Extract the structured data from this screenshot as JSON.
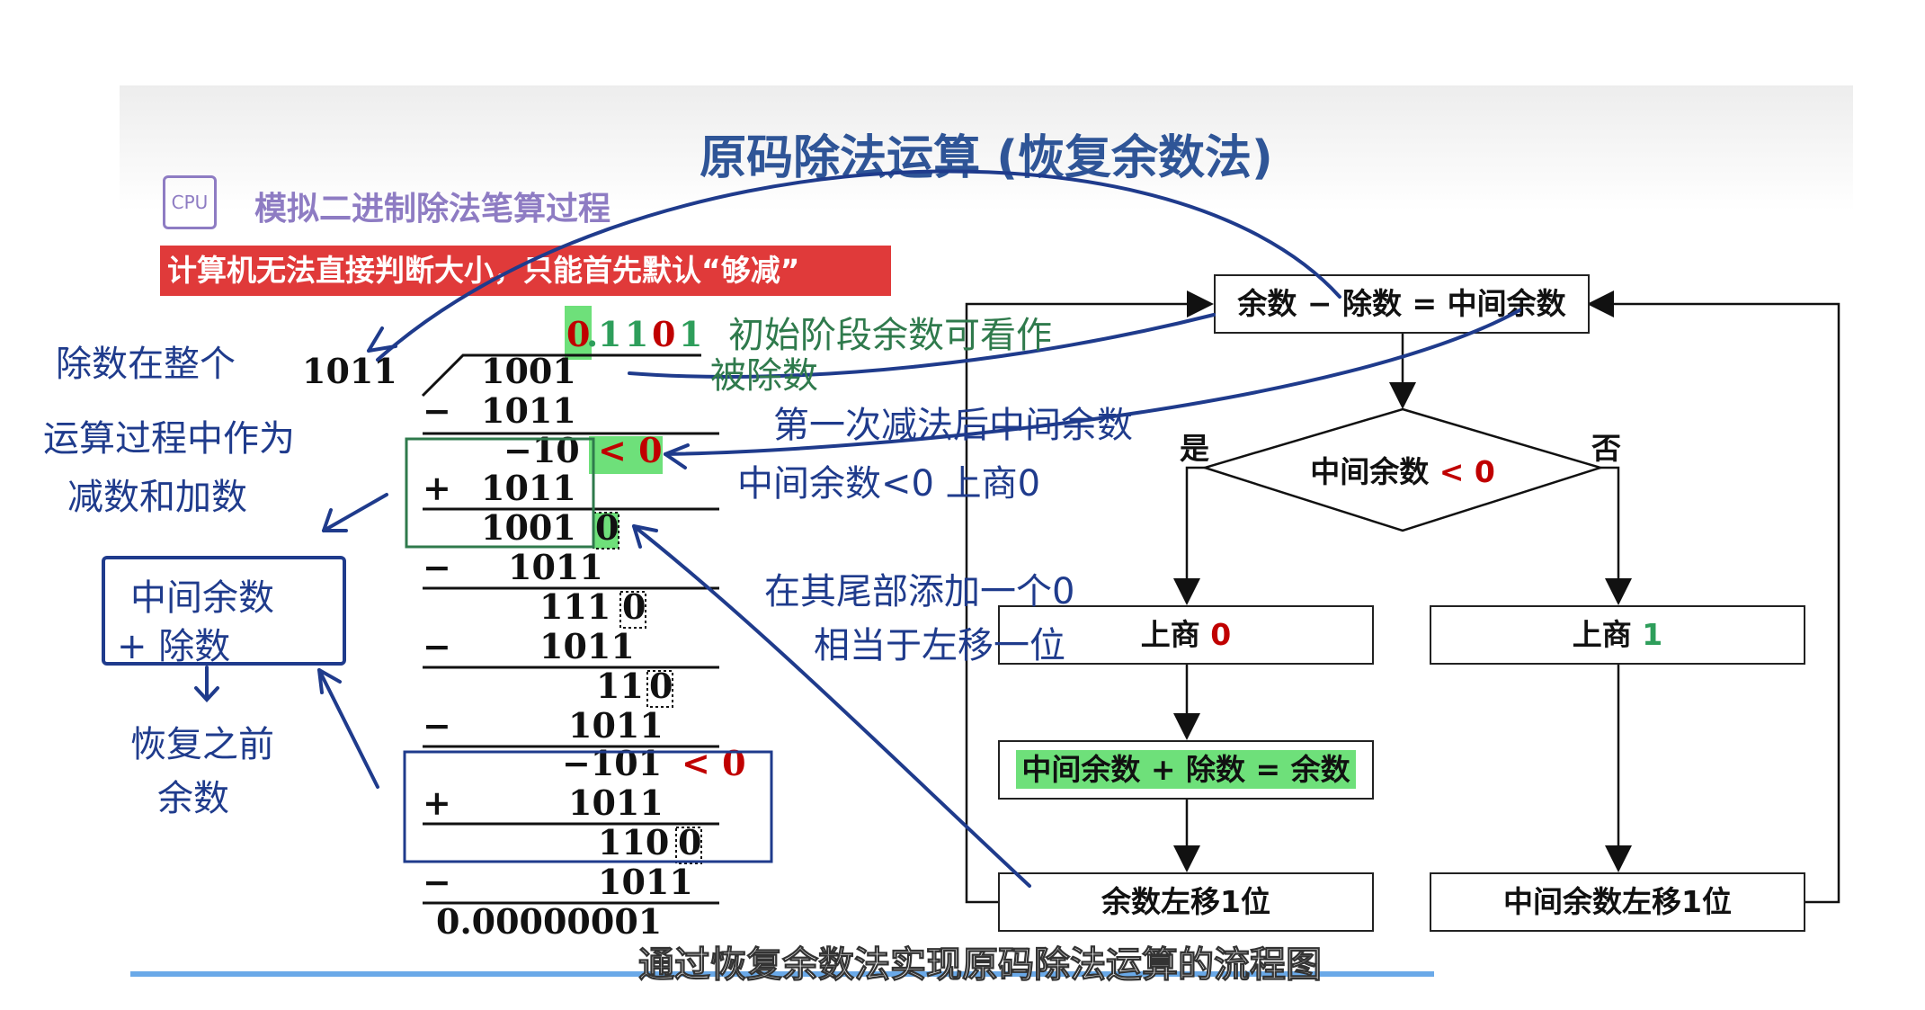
{
  "slide": {
    "title": "原码除法运算 (恢复余数法)",
    "subtitle": "模拟二进制除法笔算过程",
    "cpu_icon_text": "CPU",
    "banner": "计算机无法直接判断大小，只能首先默认“够减”"
  },
  "calculation": {
    "quotient": [
      "0",
      ".",
      "1",
      "1",
      "0",
      "1"
    ],
    "divisor": "1011",
    "dividend": "1001",
    "rows": [
      {
        "op": "−",
        "value": "1011"
      },
      {
        "op": "",
        "value": "−10",
        "suffix": "< 0"
      },
      {
        "op": "+",
        "value": "1011"
      },
      {
        "op": "",
        "value": "1001",
        "boxed_digit": "0"
      },
      {
        "op": "−",
        "value": "1011"
      },
      {
        "op": "",
        "value": "111",
        "boxed_digit": "0"
      },
      {
        "op": "−",
        "value": "1011"
      },
      {
        "op": "",
        "value": "11",
        "boxed_digit": "0"
      },
      {
        "op": "−",
        "value": "1011"
      },
      {
        "op": "",
        "value": "−101",
        "suffix": "< 0"
      },
      {
        "op": "+",
        "value": "1011"
      },
      {
        "op": "",
        "value": "110",
        "boxed_digit": "0"
      },
      {
        "op": "−",
        "value": "1011"
      }
    ],
    "remainder": "0.00000001"
  },
  "flowchart": {
    "start": {
      "left": "余数",
      "op1": "−",
      "mid": "除数",
      "op2": "=",
      "right": "中间余数"
    },
    "decision": {
      "text": "中间余数",
      "cond": "< 0"
    },
    "yes_label": "是",
    "no_label": "否",
    "quotient0": {
      "text": "上商",
      "digit": "0"
    },
    "quotient1": {
      "text": "上商",
      "digit": "1"
    },
    "restore": {
      "a": "中间余数",
      "plus": "+",
      "b": "除数",
      "eq": "=",
      "c": "余数"
    },
    "shift_left": "余数左移1位",
    "shift_right": "中间余数左移1位"
  },
  "handwriting": {
    "divisor_note": [
      "除数在整个",
      "运算过程中作为",
      "减数和加数"
    ],
    "box_note": [
      "中间余数",
      "+ 除数"
    ],
    "restore_note": [
      "恢复之前",
      "余数"
    ],
    "initial_note": [
      "初始阶段余数可看作",
      "被除数"
    ],
    "first_sub_note": "第一次减法后中间余数",
    "neg_note": "中间余数<0 上商0",
    "append_note": [
      "在其尾部添加一个0",
      "相当于左移一位"
    ]
  },
  "caption": "通过恢复余数法实现原码除法运算的流程图",
  "colors": {
    "title": "#2f5597",
    "banner": "#e03a3a",
    "red": "#c00000",
    "green": "#2e9e5b",
    "ink": "#1f3b8c",
    "highlight": "#6ee07a"
  }
}
